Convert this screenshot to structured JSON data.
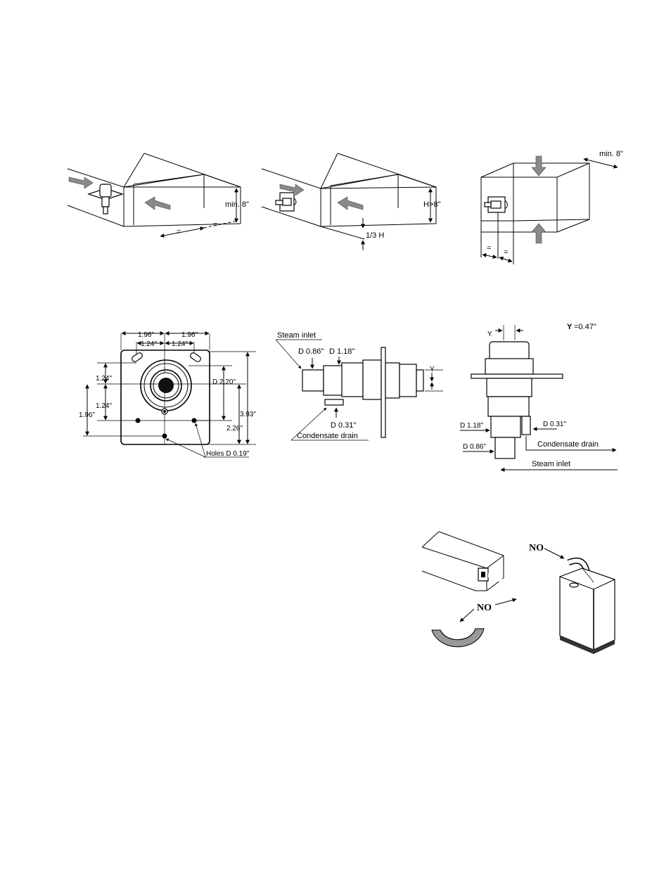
{
  "duct_views": {
    "horizontal_top": {
      "height_label": "min. 8\"",
      "equal_mark": "="
    },
    "horizontal_side": {
      "height_label": "H>8\"",
      "third_label": "1/3 H"
    },
    "vertical": {
      "width_label": "min. 8\"",
      "equal_mark": "="
    }
  },
  "front_view": {
    "dim_top_left": "1.96\"",
    "dim_top_right": "1.96\"",
    "dim_inner_left": "1.24\"",
    "dim_inner_right": "1.24\"",
    "dim_left_upper": "1.24\"",
    "dim_left_lower": "1.24\"",
    "dim_left_outer": "1.96\"",
    "dim_diameter": "D 2.20\"",
    "dim_height": "3.93\"",
    "dim_lower": "2.26\"",
    "holes_label": "Holes D 0.19\""
  },
  "side_view": {
    "steam_inlet": "Steam inlet",
    "d_inlet": "D 0.86\"",
    "d_body": "D 1.18\"",
    "d_drain": "D 0.31\"",
    "condensate_drain": "Condensate drain",
    "y_mark": "Y"
  },
  "vertical_view": {
    "y_mark": "Y",
    "y_value_key": "Y",
    "y_value": "=0.47\"",
    "d_body": "D 1.18\"",
    "d_drain": "D 0.31\"",
    "d_inlet": "D 0.86\"",
    "condensate_drain": "Condensate drain",
    "steam_inlet": "Steam inlet"
  },
  "hose_view": {
    "no_upper": "NO",
    "no_lower": "NO"
  }
}
